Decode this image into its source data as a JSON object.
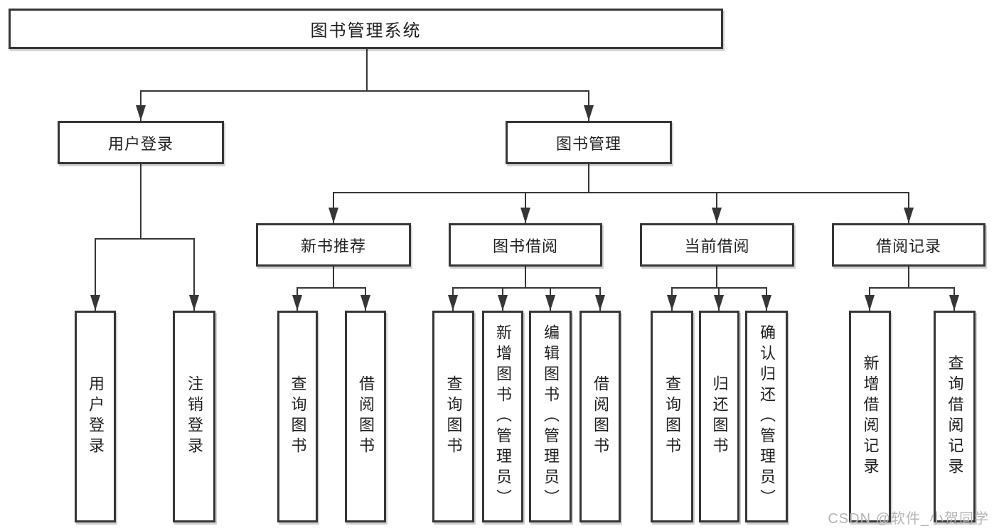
{
  "colors": {
    "line": "#363636",
    "border": "#363636",
    "text": "#1f1f1f",
    "background": "#ffffff",
    "watermark": "#b4b4b4"
  },
  "watermark": {
    "text": "CSDN @软件_小贺同学"
  },
  "tree": {
    "root": {
      "label": "图书管理系统"
    },
    "user_login": {
      "label": "用户登录",
      "children": {
        "login": {
          "label": "用户登录"
        },
        "logout": {
          "label": "注销登录"
        }
      }
    },
    "book_mgmt": {
      "label": "图书管理",
      "children": {
        "new_rec": {
          "label": "新书推荐",
          "children": {
            "query": {
              "label": "查询图书"
            },
            "borrow": {
              "label": "借阅图书"
            }
          }
        },
        "borrowing": {
          "label": "图书借阅",
          "children": {
            "query": {
              "label": "查询图书"
            },
            "add": {
              "label": "新增图书（管理员）"
            },
            "edit": {
              "label": "编辑图书（管理员）"
            },
            "borrow": {
              "label": "借阅图书"
            }
          }
        },
        "current": {
          "label": "当前借阅",
          "children": {
            "query": {
              "label": "查询图书"
            },
            "return": {
              "label": "归还图书"
            },
            "confirm": {
              "label": "确认归还（管理员）"
            }
          }
        },
        "records": {
          "label": "借阅记录",
          "children": {
            "add": {
              "label": "新增借阅记录"
            },
            "query": {
              "label": "查询借阅记录"
            }
          }
        }
      }
    }
  }
}
